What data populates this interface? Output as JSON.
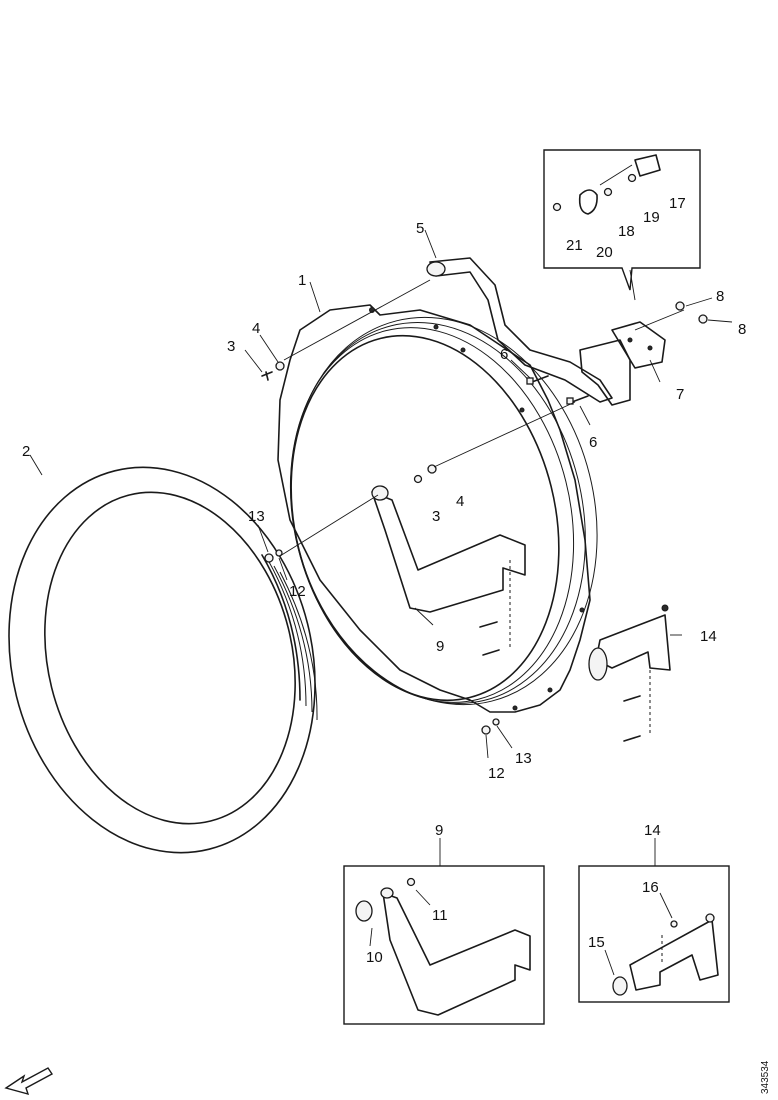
{
  "diagram": {
    "doc_number": "343534",
    "callouts": [
      {
        "id": "c1",
        "text": "1"
      },
      {
        "id": "c2",
        "text": "2"
      },
      {
        "id": "c3a",
        "text": "3"
      },
      {
        "id": "c3b",
        "text": "3"
      },
      {
        "id": "c4a",
        "text": "4"
      },
      {
        "id": "c4b",
        "text": "4"
      },
      {
        "id": "c5",
        "text": "5"
      },
      {
        "id": "c6a",
        "text": "6"
      },
      {
        "id": "c6b",
        "text": "6"
      },
      {
        "id": "c7",
        "text": "7"
      },
      {
        "id": "c8a",
        "text": "8"
      },
      {
        "id": "c8b",
        "text": "8"
      },
      {
        "id": "c9a",
        "text": "9"
      },
      {
        "id": "c9b",
        "text": "9"
      },
      {
        "id": "c10",
        "text": "10"
      },
      {
        "id": "c11",
        "text": "11"
      },
      {
        "id": "c12a",
        "text": "12"
      },
      {
        "id": "c12b",
        "text": "12"
      },
      {
        "id": "c13a",
        "text": "13"
      },
      {
        "id": "c13b",
        "text": "13"
      },
      {
        "id": "c14a",
        "text": "14"
      },
      {
        "id": "c14b",
        "text": "14"
      },
      {
        "id": "c15",
        "text": "15"
      },
      {
        "id": "c16",
        "text": "16"
      },
      {
        "id": "c17",
        "text": "17"
      },
      {
        "id": "c18",
        "text": "18"
      },
      {
        "id": "c19",
        "text": "19"
      },
      {
        "id": "c20",
        "text": "20"
      },
      {
        "id": "c21",
        "text": "21"
      }
    ],
    "icons": [
      "front-direction-arrow-icon"
    ]
  }
}
